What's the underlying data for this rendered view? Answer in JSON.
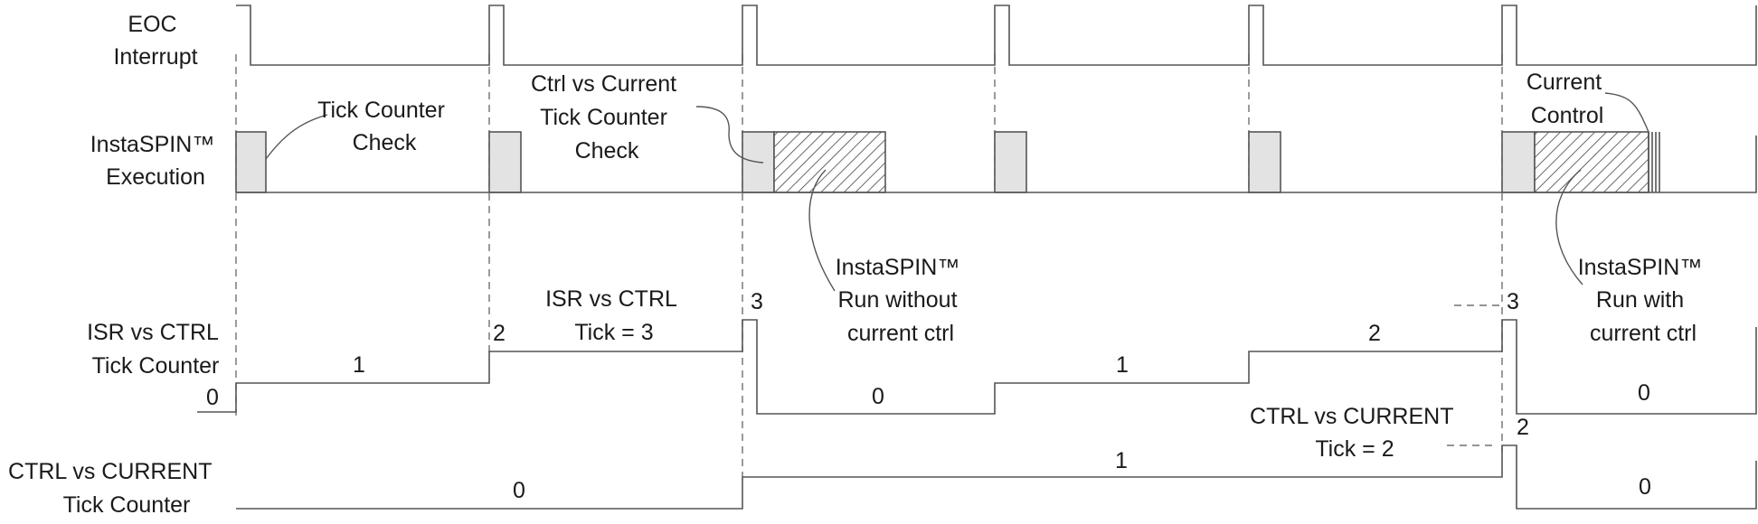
{
  "signals": {
    "eoc": [
      "EOC",
      "Interrupt"
    ],
    "insta_exec": [
      "InstaSPIN™",
      "Execution"
    ],
    "isr_ctrl": [
      "ISR vs CTRL",
      "Tick Counter"
    ],
    "ctrl_current": [
      "CTRL vs CURRENT",
      "Tick Counter"
    ]
  },
  "annotations": {
    "tick_counter_check": [
      "Tick Counter",
      "Check"
    ],
    "ctrl_vs_current_check": [
      "Ctrl vs Current",
      "Tick Counter",
      "Check"
    ],
    "current_control": [
      "Current",
      "Control"
    ],
    "run_without": [
      "InstaSPIN™",
      "Run without",
      "current ctrl"
    ],
    "run_with": [
      "InstaSPIN™",
      "Run with",
      "current ctrl"
    ],
    "isr_ctrl_tick": [
      "ISR vs CTRL",
      "Tick = 3"
    ],
    "ctrl_current_tick": [
      "CTRL vs CURRENT",
      "Tick = 2"
    ]
  },
  "isr_ctrl_counter": {
    "v_start": "0",
    "v_seg1": "1",
    "v_2": "2",
    "v_3a": "3",
    "v_0a": "0",
    "v_1b": "1",
    "v_2b": "2",
    "v_3b": "3",
    "v_0b": "0"
  },
  "ctrl_current_counter": {
    "v_0a": "0",
    "v_1": "1",
    "v_2": "2",
    "v_0b": "0"
  }
}
